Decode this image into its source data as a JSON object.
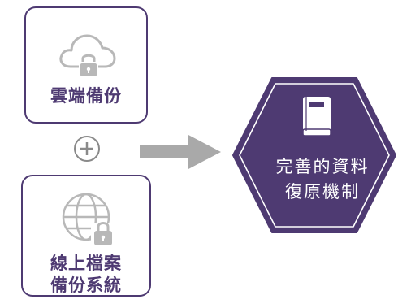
{
  "cloud_backup": {
    "label": "雲端備份",
    "icon": "cloud-lock-icon"
  },
  "file_backup": {
    "label_line_1": "線上檔案",
    "label_line_2": "備份系統",
    "icon": "globe-lock-icon"
  },
  "result": {
    "line_1": "完善的資料",
    "line_2": "復原機制",
    "icon": "book-icon"
  },
  "colors": {
    "primary": "#4e3a72",
    "icon_gray": "#b8b8b8",
    "arrow_gray": "#a9a9a9"
  }
}
